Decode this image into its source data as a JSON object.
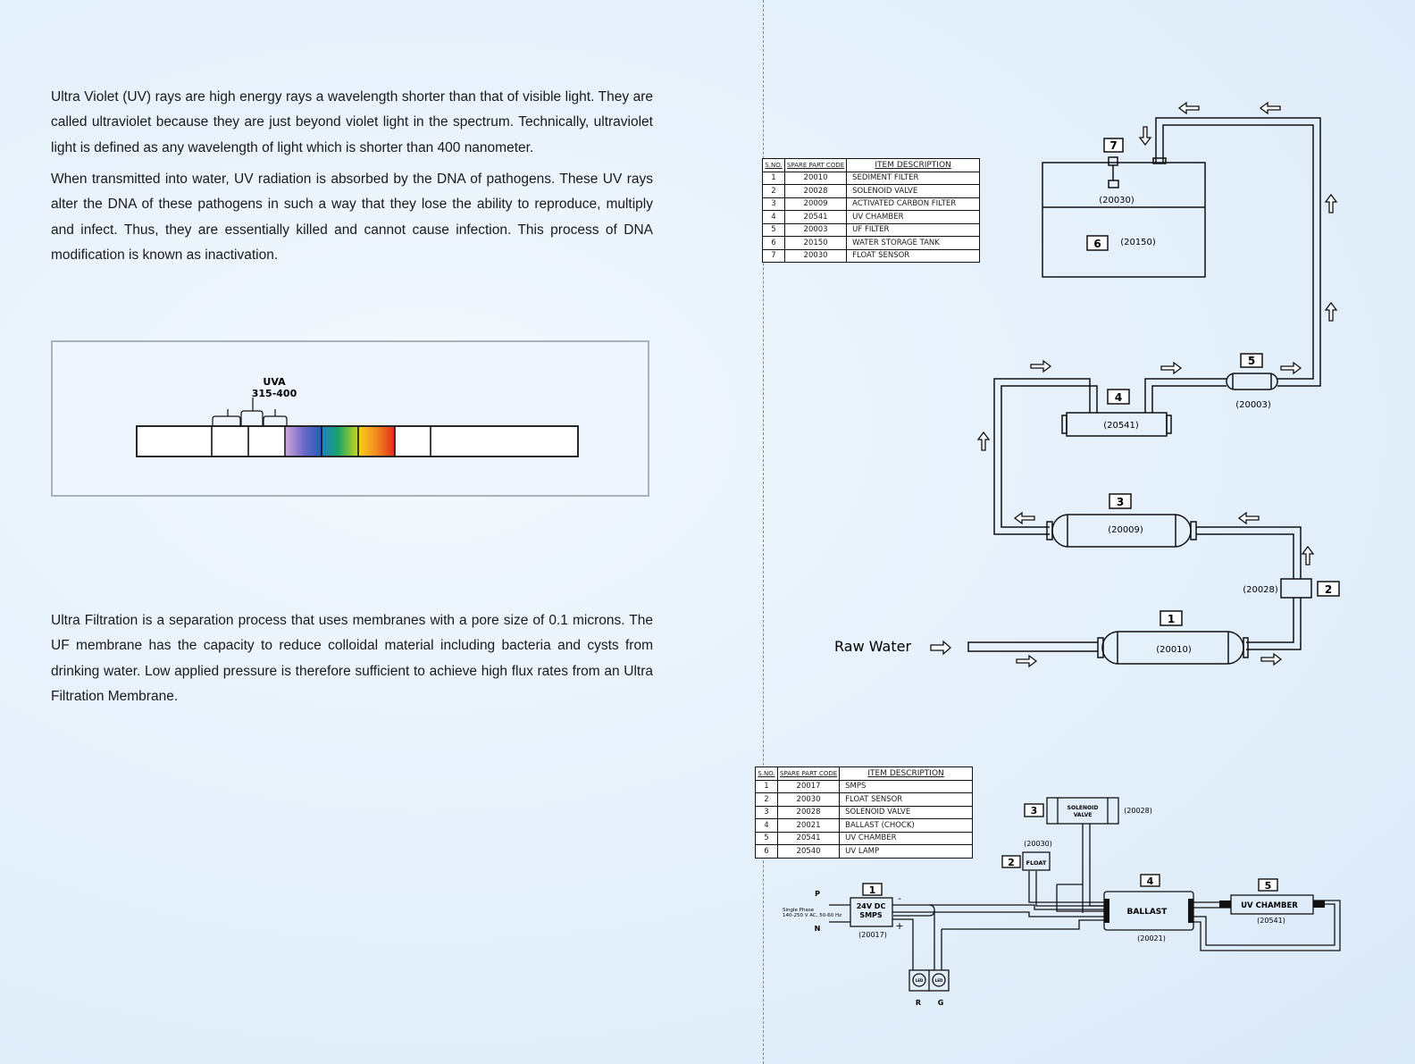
{
  "left_page": {
    "uv_paragraph_1": "Ultra Violet (UV) rays are high energy rays a wavelength shorter than that of visible light. They are called ultraviolet because they are just beyond violet light in the spectrum. Technically, ultraviolet light is defined as any wavelength of light which is shorter than 400 nanometer.",
    "uv_paragraph_2": "When transmitted into water, UV radiation is absorbed by the DNA of pathogens. These UV rays alter the DNA of these pathogens in such a way that they lose the ability to reproduce, multiply and infect. Thus, they are essentially killed and cannot cause infection. This process of DNA modification is known as inactivation.",
    "uf_paragraph": "Ultra Filtration is a separation process that uses membranes with a pore size of 0.1 microns. The UF membrane has the capacity to reduce colloidal material including bacteria and cysts from drinking water. Low applied pressure is therefore sufficient to achieve high flux rates from an Ultra Filtration Membrane.",
    "spectrum": {
      "label": "UVA",
      "range": "315-400"
    }
  },
  "parts_table_1": {
    "headers": [
      "S.NO.",
      "SPARE PART CODE",
      "ITEM DESCRIPTION"
    ],
    "rows": [
      [
        "1",
        "20010",
        "SEDIMENT FILTER"
      ],
      [
        "2",
        "20028",
        "SOLENOID VALVE"
      ],
      [
        "3",
        "20009",
        "ACTIVATED CARBON FILTER"
      ],
      [
        "4",
        "20541",
        "UV CHAMBER"
      ],
      [
        "5",
        "20003",
        "UF FILTER"
      ],
      [
        "6",
        "20150",
        "WATER STORAGE TANK"
      ],
      [
        "7",
        "20030",
        "FLOAT SENSOR"
      ]
    ]
  },
  "flow_diagram": {
    "raw_water": "Raw Water",
    "components": [
      {
        "num": "1",
        "code": "(20010)"
      },
      {
        "num": "2",
        "code": "(20028)"
      },
      {
        "num": "3",
        "code": "(20009)"
      },
      {
        "num": "4",
        "code": "(20541)"
      },
      {
        "num": "5",
        "code": "(20003)"
      },
      {
        "num": "6",
        "code": "(20150)"
      },
      {
        "num": "7",
        "code": "(20030)"
      }
    ]
  },
  "parts_table_2": {
    "headers": [
      "S.NO.",
      "SPARE PART CODE",
      "ITEM DESCRIPTION"
    ],
    "rows": [
      [
        "1",
        "20017",
        "SMPS"
      ],
      [
        "2",
        "20030",
        "FLOAT SENSOR"
      ],
      [
        "3",
        "20028",
        "SOLENOID VALVE"
      ],
      [
        "4",
        "20021",
        "BALLAST (CHOCK)"
      ],
      [
        "5",
        "20541",
        "UV CHAMBER"
      ],
      [
        "6",
        "20540",
        "UV LAMP"
      ]
    ]
  },
  "wiring_diagram": {
    "p_label": "P",
    "n_label": "N",
    "supply_line1": "Single Phase",
    "supply_line2": "140-250 V AC, 50-60 Hz",
    "minus": "-",
    "plus": "+",
    "smps": {
      "num": "1",
      "line1": "24V DC",
      "line2": "SMPS",
      "code": "(20017)"
    },
    "float": {
      "num": "2",
      "label": "FLOAT",
      "code": "(20030)"
    },
    "solenoid": {
      "num": "3",
      "line1": "SOLENOID",
      "line2": "VALVE",
      "code": "(20028)"
    },
    "ballast": {
      "num": "4",
      "label": "BALLAST",
      "code": "(20021)"
    },
    "uv_chamber": {
      "num": "5",
      "label": "UV CHAMBER",
      "code": "(20541)"
    },
    "led_label": "LED",
    "led_r": "R",
    "led_g": "G"
  }
}
